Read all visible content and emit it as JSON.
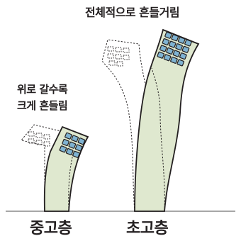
{
  "captions": {
    "high_rise_note": "전체적으로 흔들거림",
    "mid_rise_note_line1": "위로 갈수록",
    "mid_rise_note_line2": "크게 흔들림"
  },
  "buildings": {
    "mid_rise_label": "중고층",
    "high_rise_label": "초고층"
  },
  "colors": {
    "building_fill": "#dfe8cf",
    "window_fill": "#7fb3d2",
    "outline": "#231f20",
    "ground_line": "#8a8a8a"
  }
}
